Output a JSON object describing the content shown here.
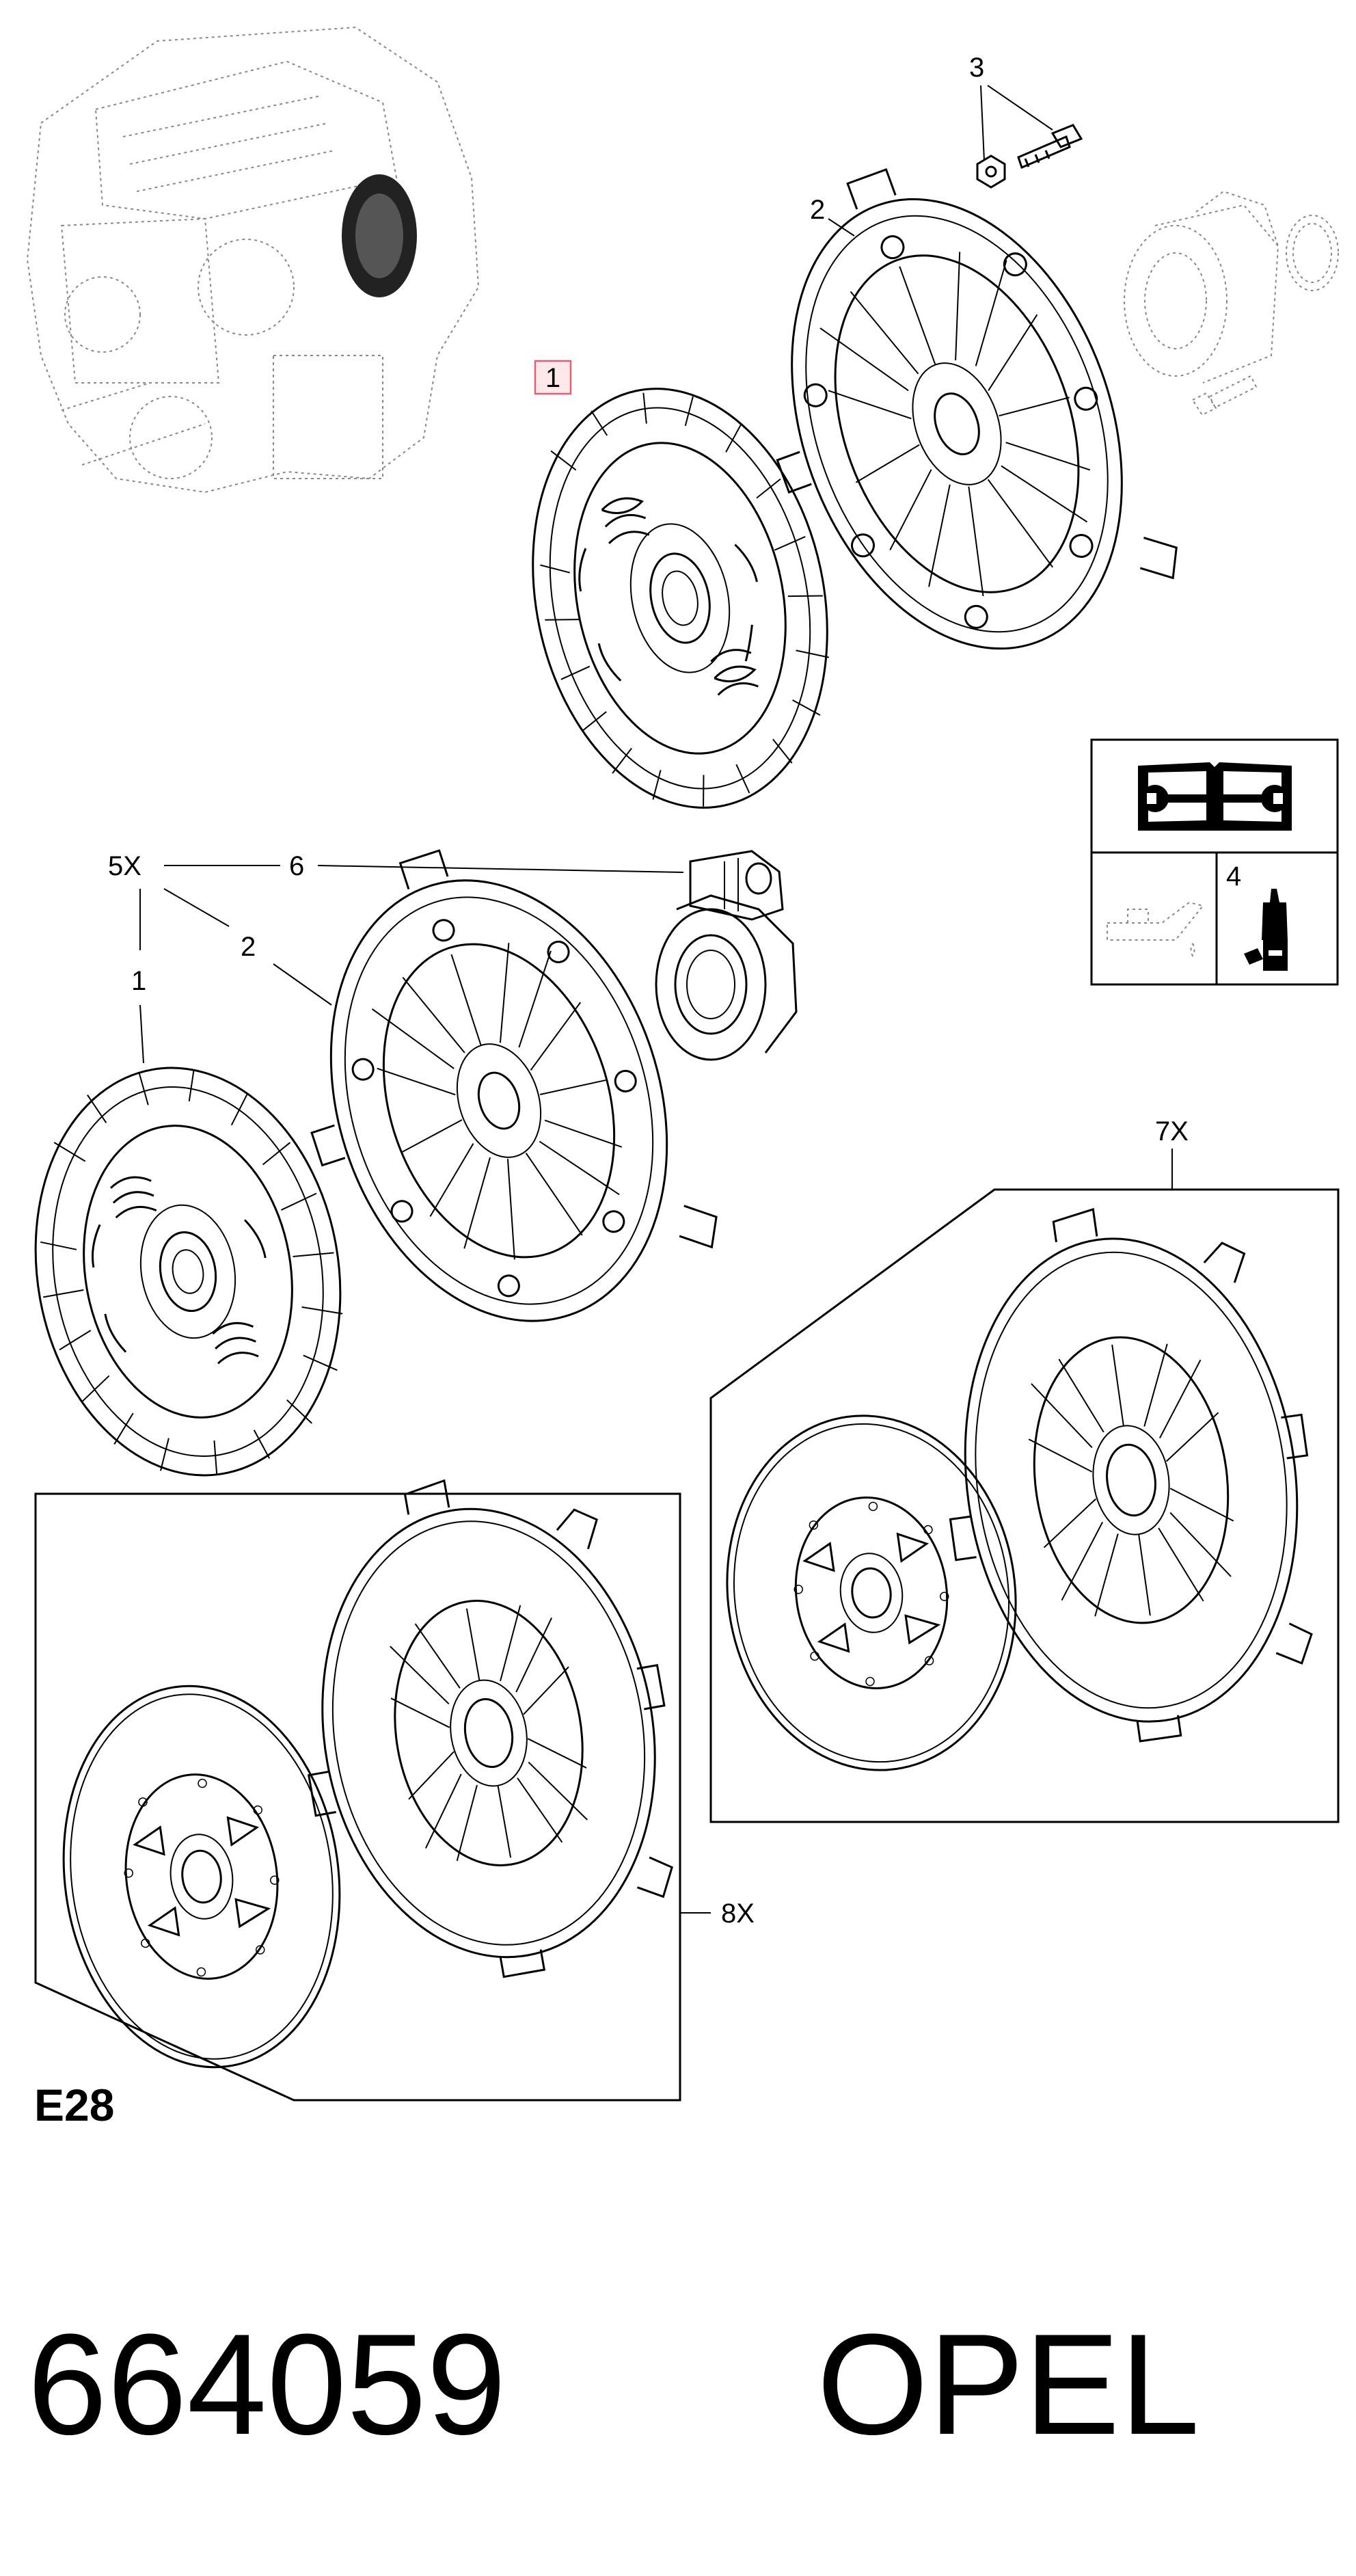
{
  "callouts": {
    "c1_top": "1",
    "c2_top": "2",
    "c3_top": "3",
    "c4_box": "4",
    "c5x": "5X",
    "c6": "6",
    "c2_mid": "2",
    "c1_mid": "1",
    "c7x": "7X",
    "c8x": "8X"
  },
  "section_code": "E28",
  "part_number": "664059",
  "brand": "OPEL",
  "icons": {
    "manual": "open-book-wrench-icon",
    "oil": "oil-can-icon",
    "adhesive": "adhesive-bottle-icon"
  },
  "colors": {
    "highlight": "#e06070",
    "line": "#000000",
    "ghost": "#888888"
  }
}
